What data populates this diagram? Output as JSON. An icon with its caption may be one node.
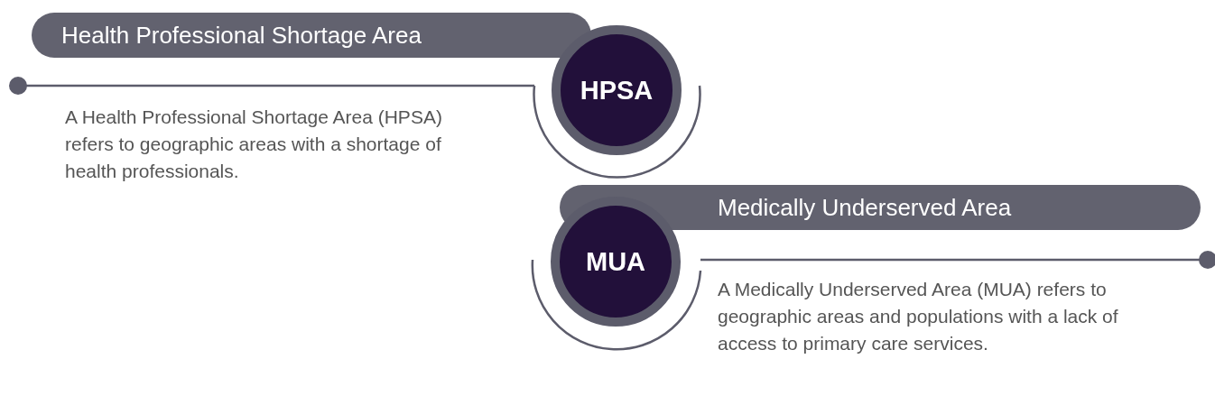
{
  "diagram": {
    "nodes": [
      {
        "text": [
          "Health Professional Shortage Area"
        ]
      },
      {
        "text": [
          "HPSA"
        ]
      },
      {
        "text": [
          "Medically Underserved Area"
        ]
      },
      {
        "text": [
          "MUA"
        ]
      }
    ],
    "labels": [
      "A Health Professional Shortage Area (HPSA) refers to geographic areas with a shortage of health professionals.",
      "A Medically Underserved Area (MUA) refers to geographic areas and populations with a lack of access to primary care services."
    ]
  }
}
